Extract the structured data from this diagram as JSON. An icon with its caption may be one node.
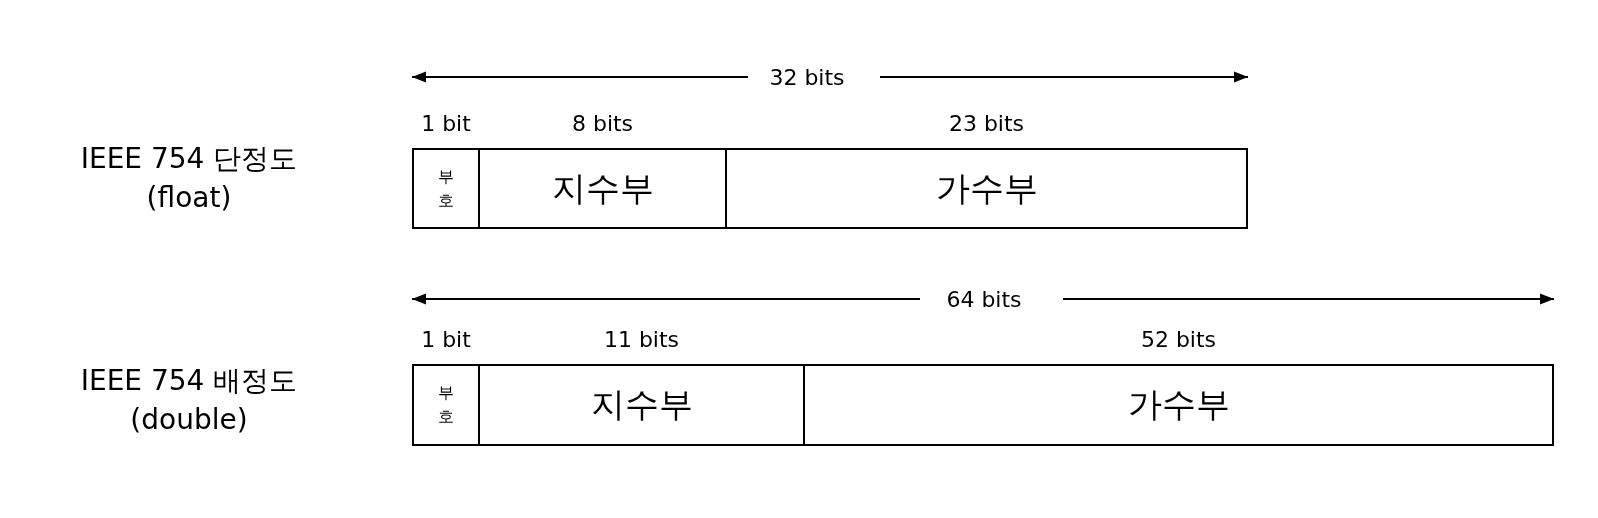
{
  "diagram": {
    "nodes": [
      {
        "text": [
          "부호"
        ],
        "beside": [
          "1 bit"
        ]
      },
      {
        "text": [
          "지수부"
        ],
        "beside": [
          "8 bits"
        ]
      },
      {
        "text": [
          "가수부"
        ],
        "beside": [
          "23 bits"
        ]
      },
      {
        "text": [
          "부호"
        ],
        "beside": [
          "1 bit"
        ]
      },
      {
        "text": [
          "지수부"
        ],
        "beside": [
          "11 bits"
        ]
      },
      {
        "text": [
          "가수부"
        ],
        "beside": [
          "52 bits"
        ]
      }
    ],
    "labels": [
      "32 bits",
      "IEEE 754 단정도 (float)",
      "64 bits",
      "IEEE 754 배정도 (double)"
    ]
  }
}
